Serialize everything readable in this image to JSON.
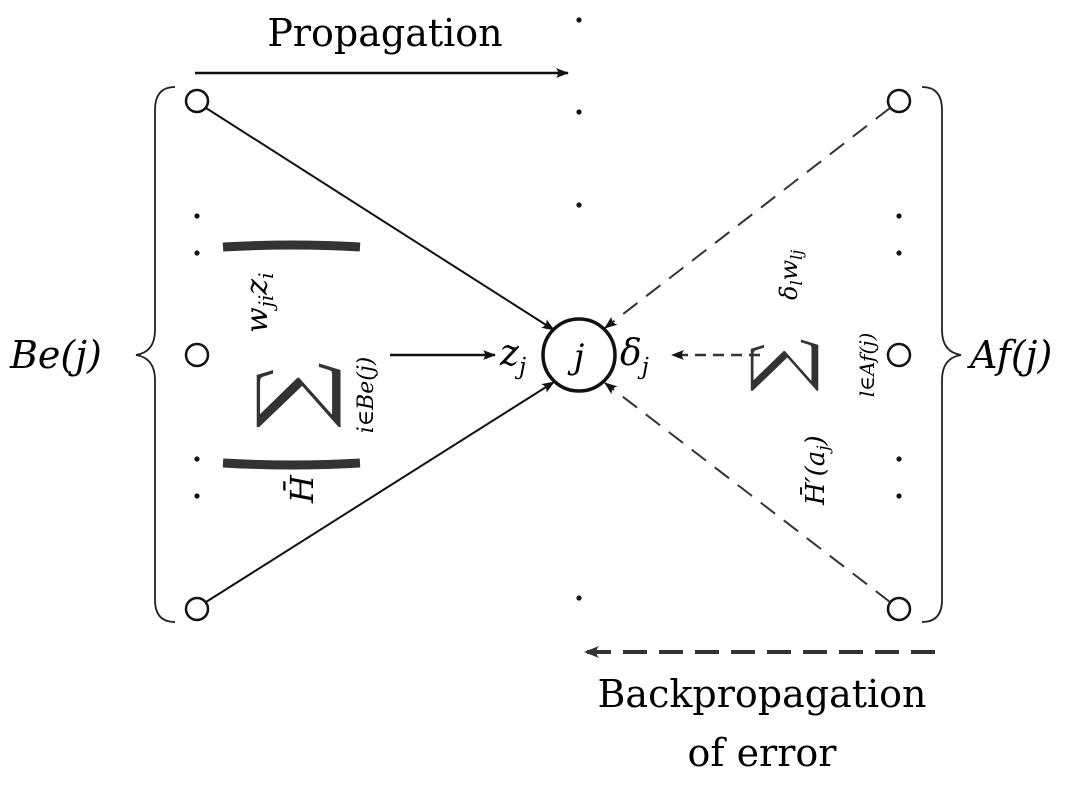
{
  "labels": {
    "propagation": "Propagation",
    "backprop_line1": "Backpropagation",
    "backprop_line2": "of error",
    "be_j": "Be(j)",
    "af_j": "Af(j)",
    "node_j": "j",
    "z_j": "z",
    "z_sub": "j",
    "delta_j": "δ",
    "delta_sub": "j",
    "sum_symbol": "∑",
    "left_sum_top_w": "w",
    "left_sum_top_sub": "ji",
    "left_sum_top_z": "z",
    "left_sum_top_z_sub": "i",
    "left_sum_bottom": "i∈Be(j)",
    "left_hbar": "H̄",
    "right_sum_top_delta": "δ",
    "right_sum_top_delta_sub": "l",
    "right_sum_top_w": "w",
    "right_sum_top_w_sub": "lj",
    "right_sum_bottom": "l∈Af(j)",
    "right_hprime": "H̄′(a",
    "right_hprime_sub": "j",
    "right_hprime_close": ")"
  },
  "colors": {
    "ink": "#111111",
    "arrow_dark": "#333333"
  }
}
